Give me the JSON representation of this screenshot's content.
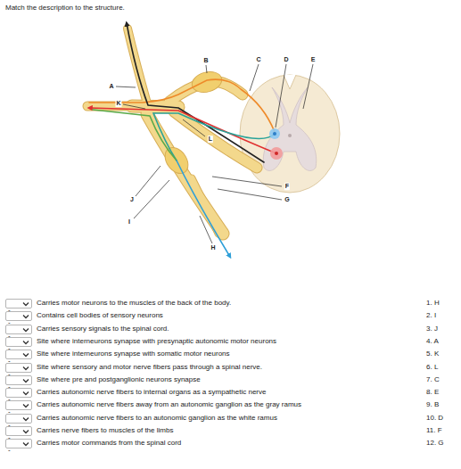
{
  "diagram": {
    "title": "Match the description to the structure.",
    "nodes": [
      {
        "text": [
          "-"
        ]
      },
      {
        "text": [
          "-"
        ]
      },
      {
        "text": [
          "-"
        ]
      },
      {
        "text": [
          "-"
        ]
      },
      {
        "text": [
          "-"
        ]
      },
      {
        "text": [
          "-"
        ]
      },
      {
        "text": [
          "-"
        ]
      },
      {
        "text": [
          "-"
        ]
      },
      {
        "text": [
          "-"
        ]
      },
      {
        "text": [
          "-"
        ]
      },
      {
        "text": [
          "-"
        ]
      },
      {
        "text": [
          "-"
        ]
      }
    ],
    "labels": [
      "B",
      "C",
      "D",
      "E",
      "A",
      "K",
      "L",
      "F",
      "G",
      "J",
      "I",
      "H",
      "Carries motor neurons to the muscles of the back of the body.",
      "Contains cell bodies of sensory neurons",
      "Carries sensory signals to the spinal cord.",
      "Site where interneurons synapse with presynaptic autonomic motor neurons",
      "Site where interneurons synapse with somatic motor neurons",
      "Site where sensory and motor nerve fibers pass through a spinal nerve.",
      "Site where pre and postganglionic neurons synapse",
      "Carries autonomic nerve fibers to internal organs as a sympathetic nerve",
      "Carries autonomic nerve fibers away from an autonomic ganglion as the gray ramus",
      "Carries autonomic nerve fibers to an autonomic ganglion as the white ramus",
      "Carries nerve fibers to muscles of the limbs",
      "Carries motor commands from the spinal cord",
      "1. H",
      "2. I",
      "3. J",
      "4. A",
      "5. K",
      "6. L",
      "7. C",
      "8. E",
      "9. B",
      "10. D",
      "11. F",
      "12. G"
    ]
  }
}
